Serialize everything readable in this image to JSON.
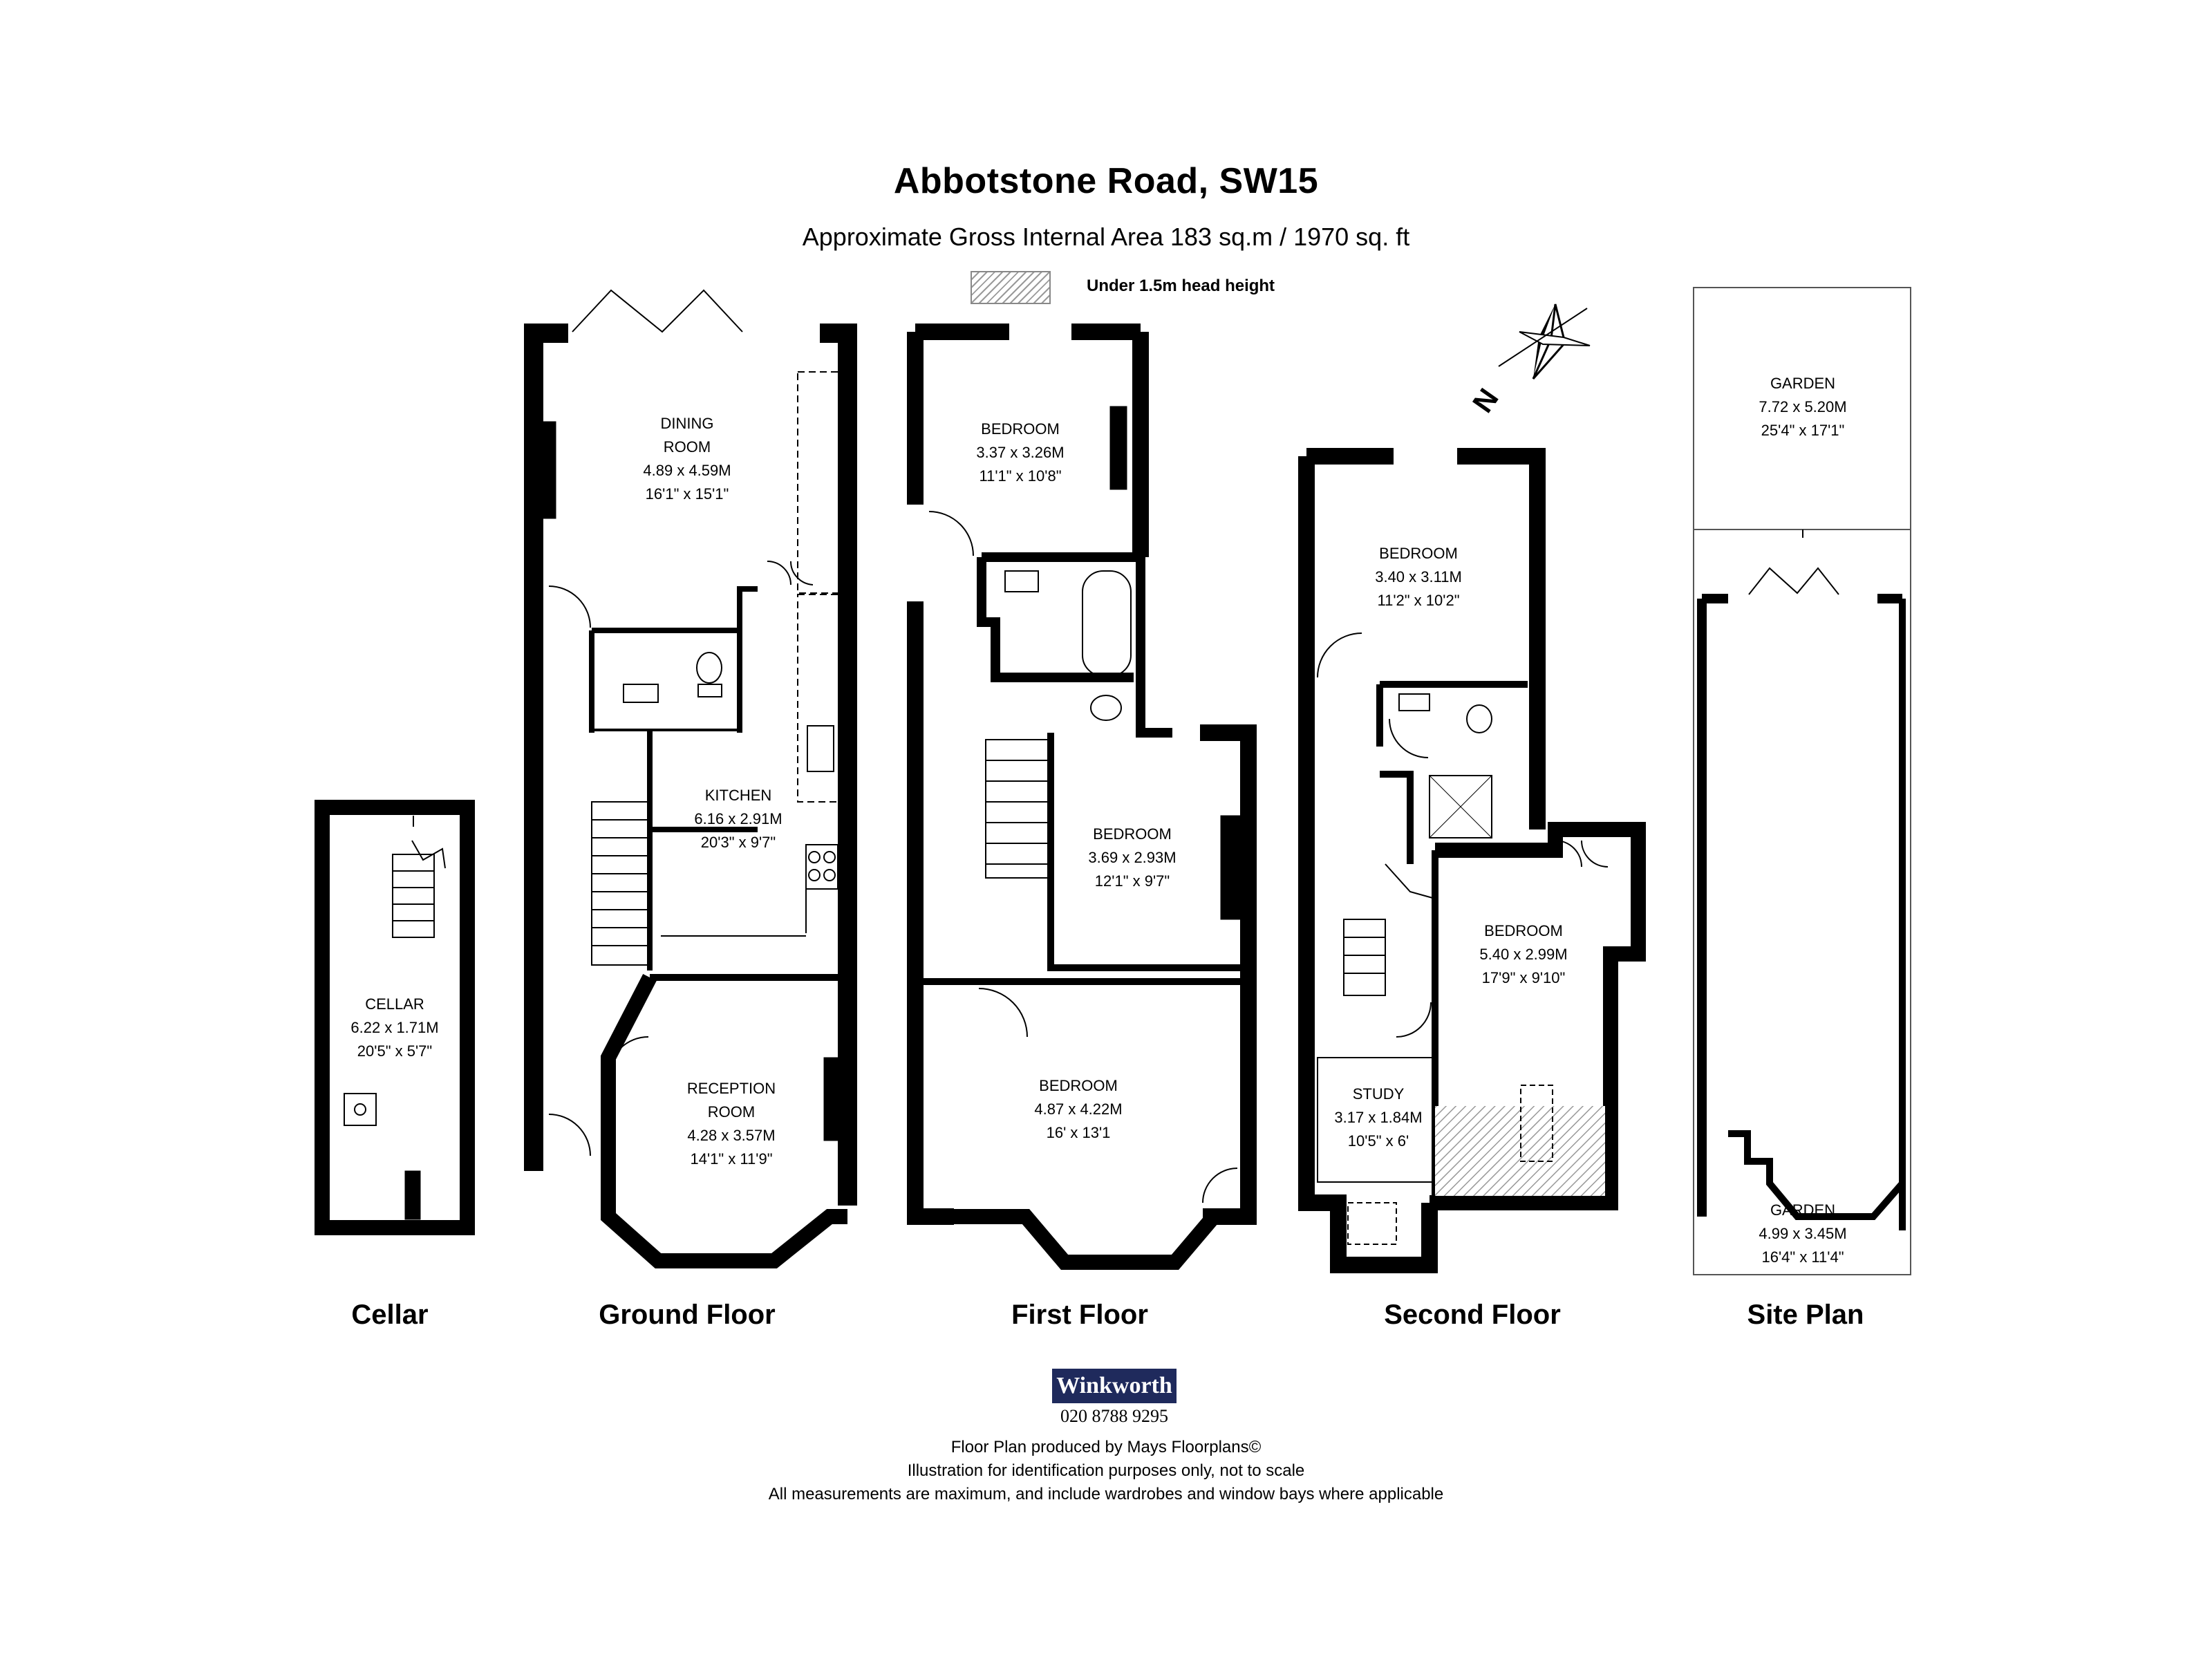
{
  "header": {
    "title": "Abbotstone Road, SW15",
    "subtitle": "Approximate Gross Internal Area 183 sq.m  /  1970 sq. ft"
  },
  "legend": {
    "label": "Under 1.5m head height"
  },
  "compass": {
    "letter": "N"
  },
  "floors": {
    "cellar": {
      "label": "Cellar",
      "rooms": [
        {
          "name": "CELLAR",
          "metric": "6.22 x 1.71M",
          "imperial": "20'5\" x 5'7\""
        }
      ]
    },
    "ground": {
      "label": "Ground Floor",
      "rooms": [
        {
          "name": "DINING",
          "name2": "ROOM",
          "metric": "4.89 x 4.59M",
          "imperial": "16'1\" x 15'1\""
        },
        {
          "name": "KITCHEN",
          "metric": "6.16 x 2.91M",
          "imperial": "20'3\" x 9'7\""
        },
        {
          "name": "RECEPTION",
          "name2": "ROOM",
          "metric": "4.28 x 3.57M",
          "imperial": "14'1\" x 11'9\""
        }
      ]
    },
    "first": {
      "label": "First Floor",
      "rooms": [
        {
          "name": "BEDROOM",
          "metric": "3.37 x 3.26M",
          "imperial": "11'1\" x 10'8\""
        },
        {
          "name": "BEDROOM",
          "metric": "3.69 x 2.93M",
          "imperial": "12'1\" x 9'7\""
        },
        {
          "name": "BEDROOM",
          "metric": "4.87 x 4.22M",
          "imperial": "16' x 13'1"
        }
      ]
    },
    "second": {
      "label": "Second Floor",
      "rooms": [
        {
          "name": "BEDROOM",
          "metric": "3.40 x 3.11M",
          "imperial": "11'2\" x 10'2\""
        },
        {
          "name": "BEDROOM",
          "metric": "5.40 x 2.99M",
          "imperial": "17'9\" x 9'10\""
        },
        {
          "name": "STUDY",
          "metric": "3.17 x 1.84M",
          "imperial": "10'5\" x 6'"
        }
      ]
    },
    "site": {
      "label": "Site Plan",
      "rooms": [
        {
          "name": "GARDEN",
          "metric": "7.72 x 5.20M",
          "imperial": "25'4\" x 17'1\""
        },
        {
          "name": "GARDEN",
          "metric": "4.99 x 3.45M",
          "imperial": "16'4\" x 11'4\""
        }
      ]
    }
  },
  "branding": {
    "name": "Winkworth",
    "phone": "020 8788 9295"
  },
  "footer": {
    "line1": "Floor Plan produced by Mays Floorplans©",
    "line2": "Illustration for identification purposes only, not to scale",
    "line3": "All measurements are maximum, and include wardrobes and window bays where applicable"
  }
}
